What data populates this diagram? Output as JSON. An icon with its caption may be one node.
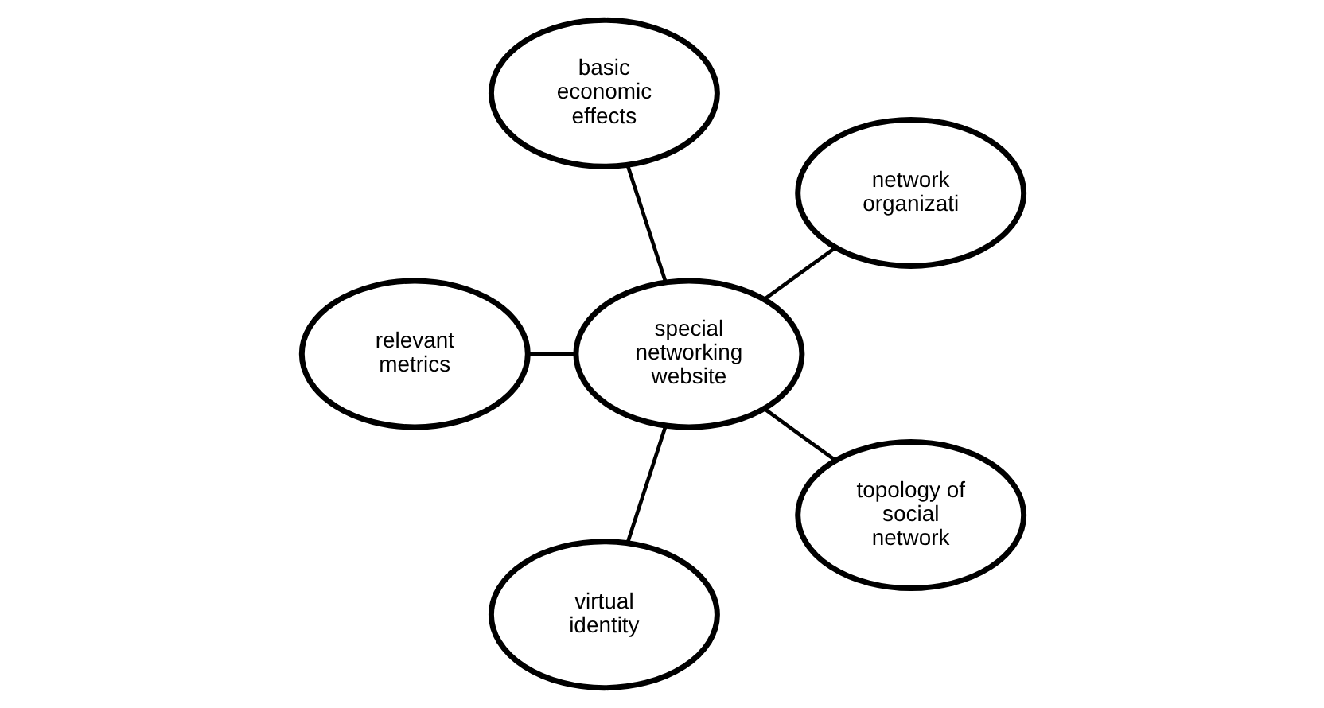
{
  "diagram": {
    "nodes": [
      {
        "text": [
          "network organizati"
        ]
      },
      {
        "text": [
          "basic economic effects"
        ]
      },
      {
        "text": [
          "relevant metrics"
        ]
      },
      {
        "text": [
          "special networking website"
        ]
      },
      {
        "text": [
          "virtual identity"
        ]
      },
      {
        "text": [
          "topology of social network"
        ]
      }
    ],
    "edges": [
      {
        "from": 3,
        "to": 0,
        "arrow": "none"
      },
      {
        "from": 3,
        "to": 1,
        "arrow": "none"
      },
      {
        "from": 3,
        "to": 2,
        "arrow": "none"
      },
      {
        "from": 3,
        "to": 4,
        "arrow": "none"
      },
      {
        "from": 3,
        "to": 5,
        "arrow": "none"
      }
    ]
  }
}
